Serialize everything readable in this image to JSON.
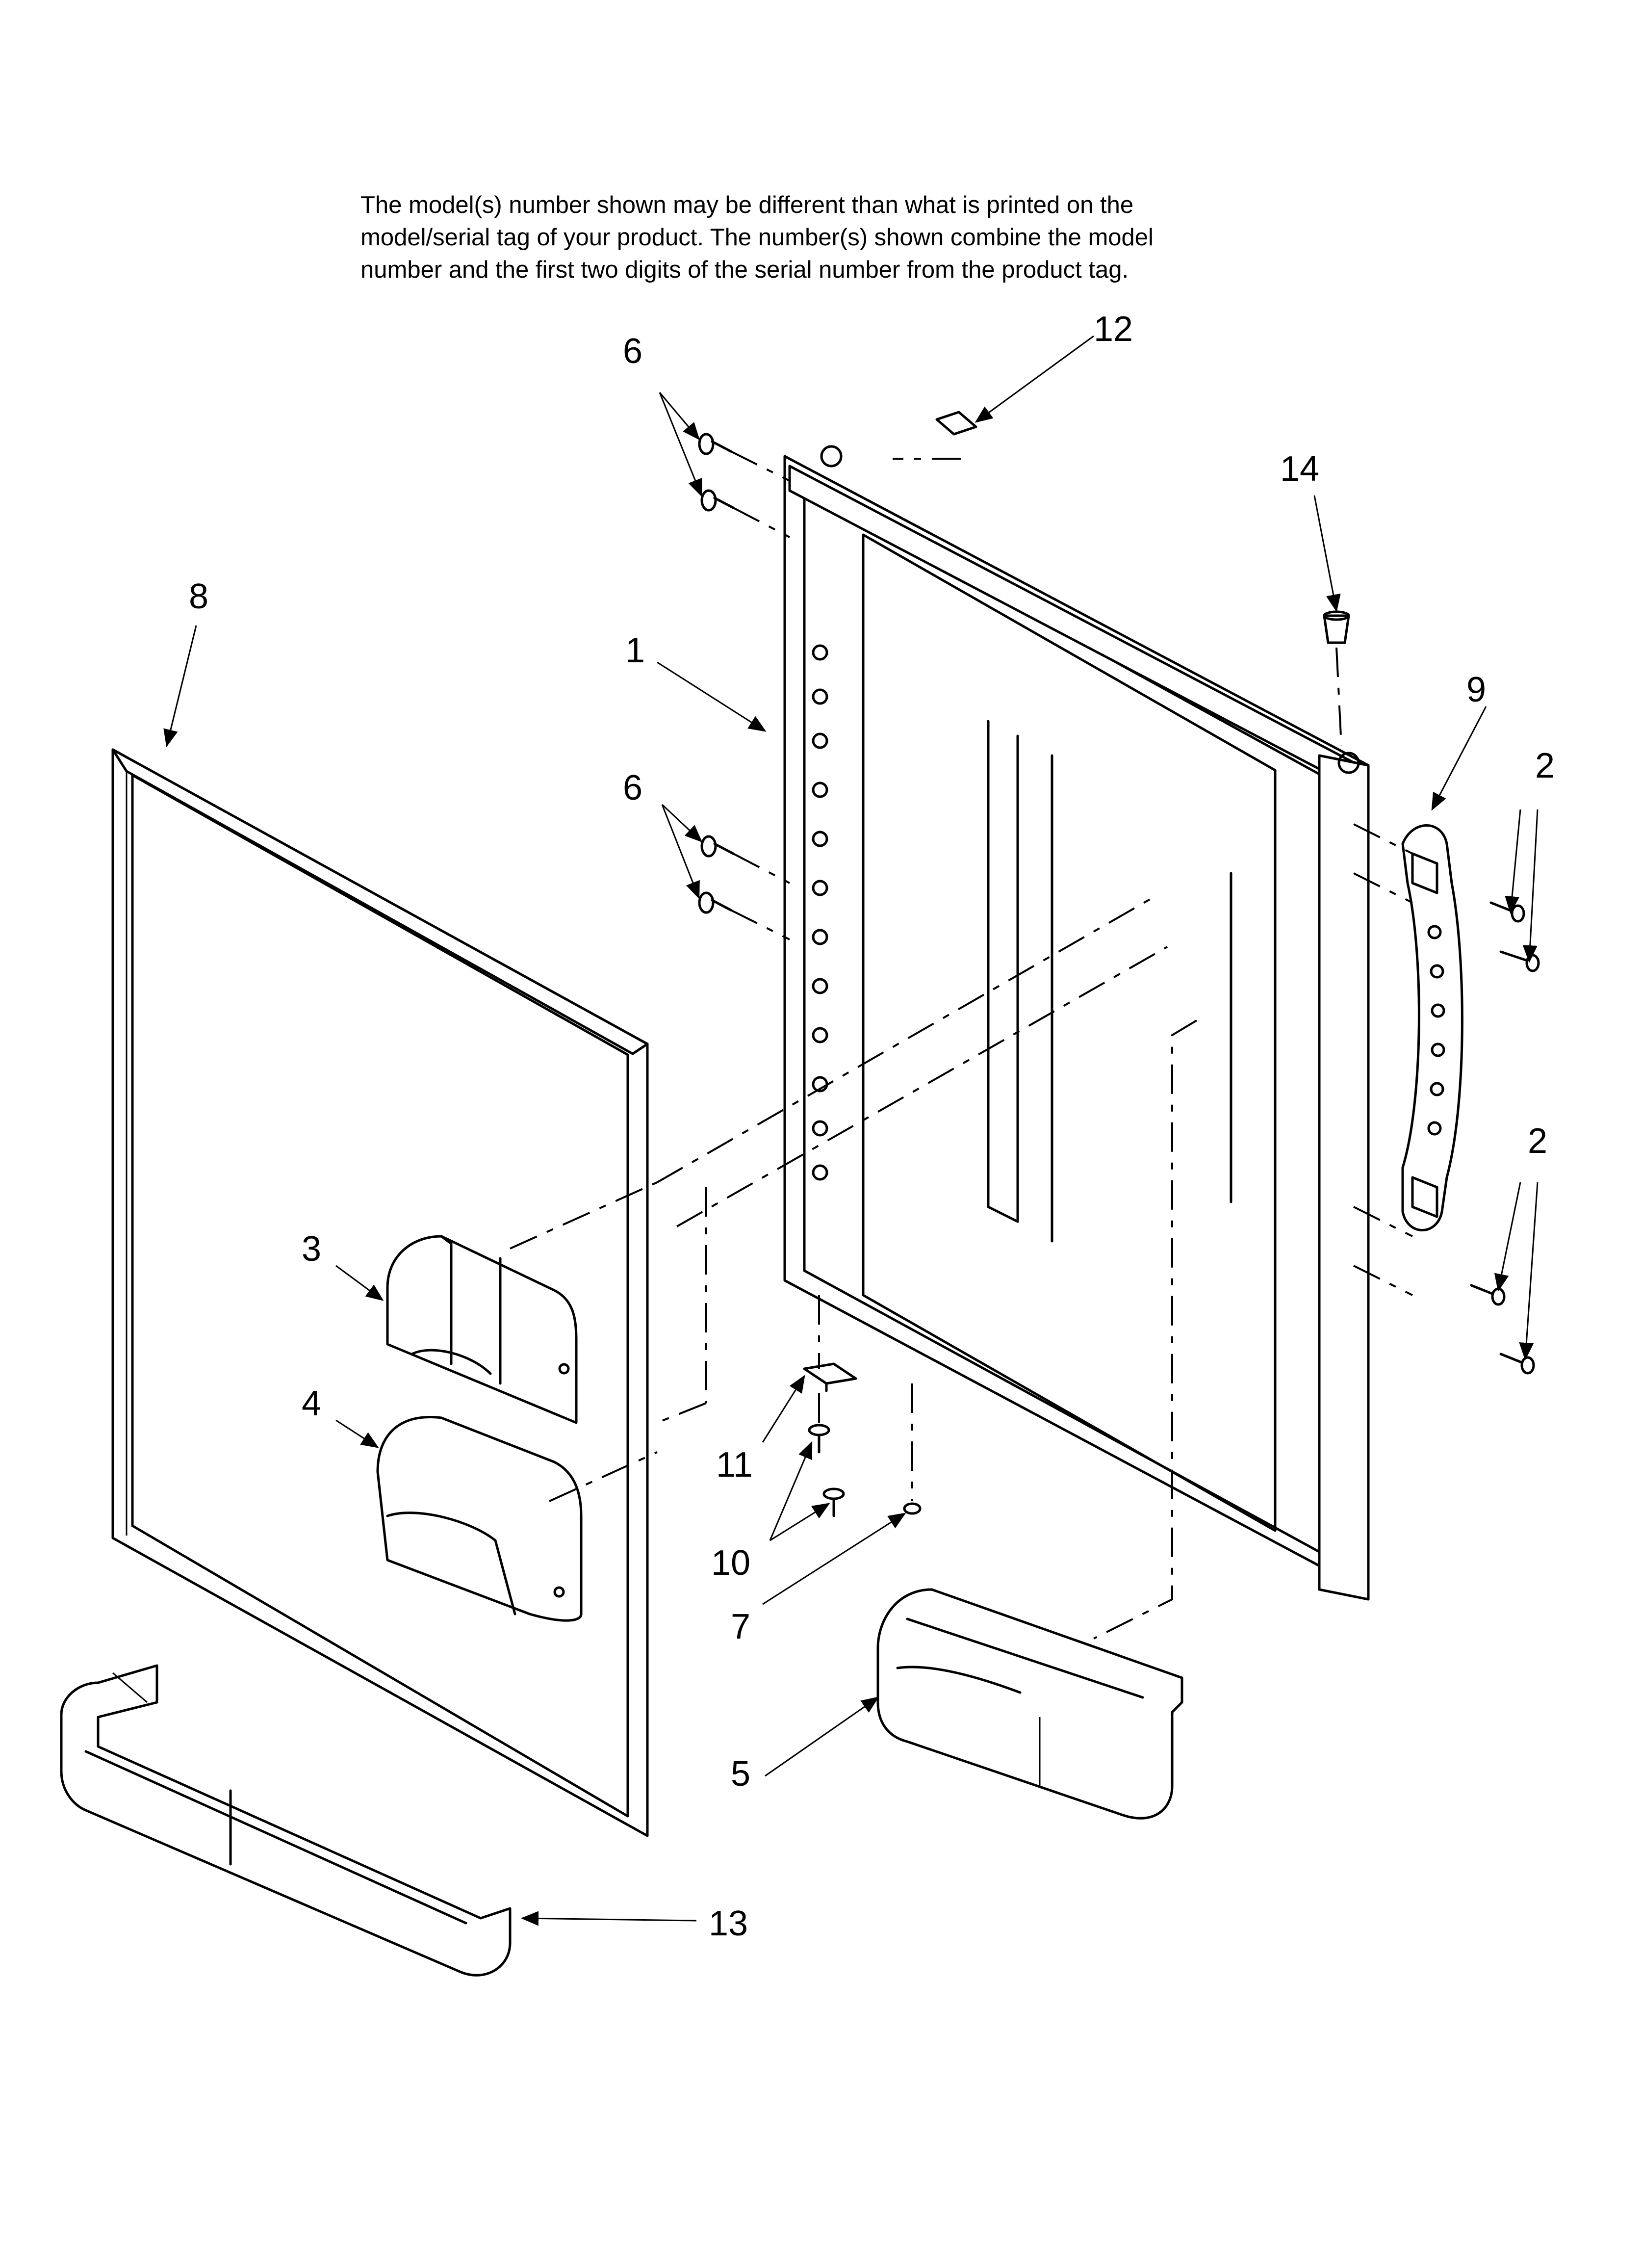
{
  "note": {
    "line1": "The model(s) number shown may be different than what is printed on the",
    "line2": "model/serial tag of your product. The number(s) shown combine the model",
    "line3": "number and the first two digits of the serial number from the product tag."
  },
  "callouts": {
    "c1": "1",
    "c2a": "2",
    "c2b": "2",
    "c3": "3",
    "c4": "4",
    "c5": "5",
    "c6a": "6",
    "c6b": "6",
    "c7": "7",
    "c8": "8",
    "c9": "9",
    "c10": "10",
    "c11": "11",
    "c12": "12",
    "c13": "13",
    "c14": "14"
  }
}
